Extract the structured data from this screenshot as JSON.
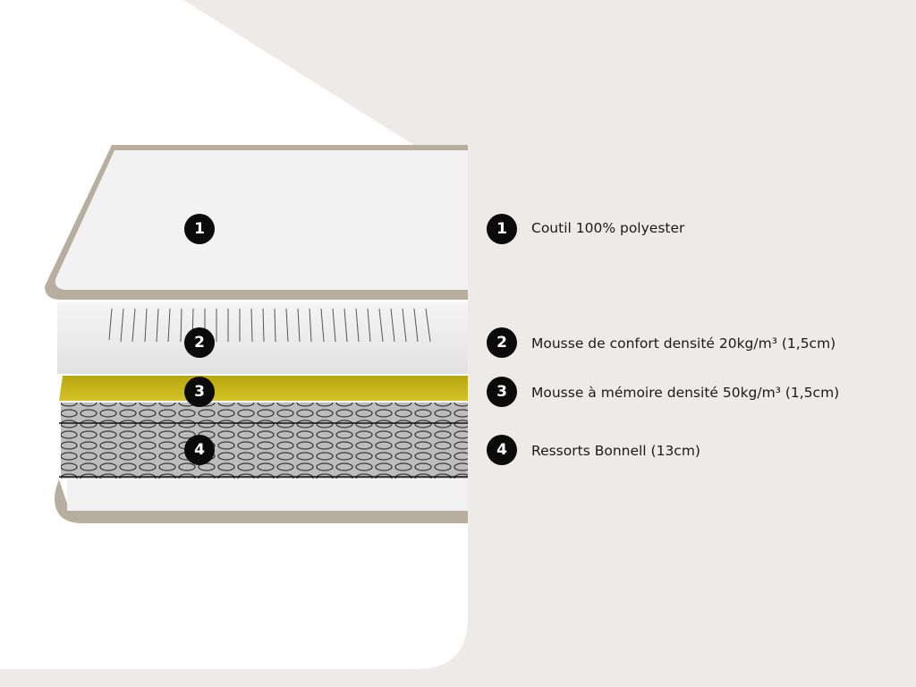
{
  "colors": {
    "background": "#eeeaea",
    "panel": "#ffffff",
    "border_taupe": "#b8ae9f",
    "memory_foam": "#c8b61c",
    "badge": "#0b0b0b"
  },
  "layers": [
    {
      "number": "1",
      "label": "Coutil 100% polyester"
    },
    {
      "number": "2",
      "label": "Mousse de confort densité 20kg/m³ (1,5cm)"
    },
    {
      "number": "3",
      "label": "Mousse à mémoire densité 50kg/m³ (1,5cm)"
    },
    {
      "number": "4",
      "label": "Ressorts Bonnell (13cm)"
    }
  ]
}
